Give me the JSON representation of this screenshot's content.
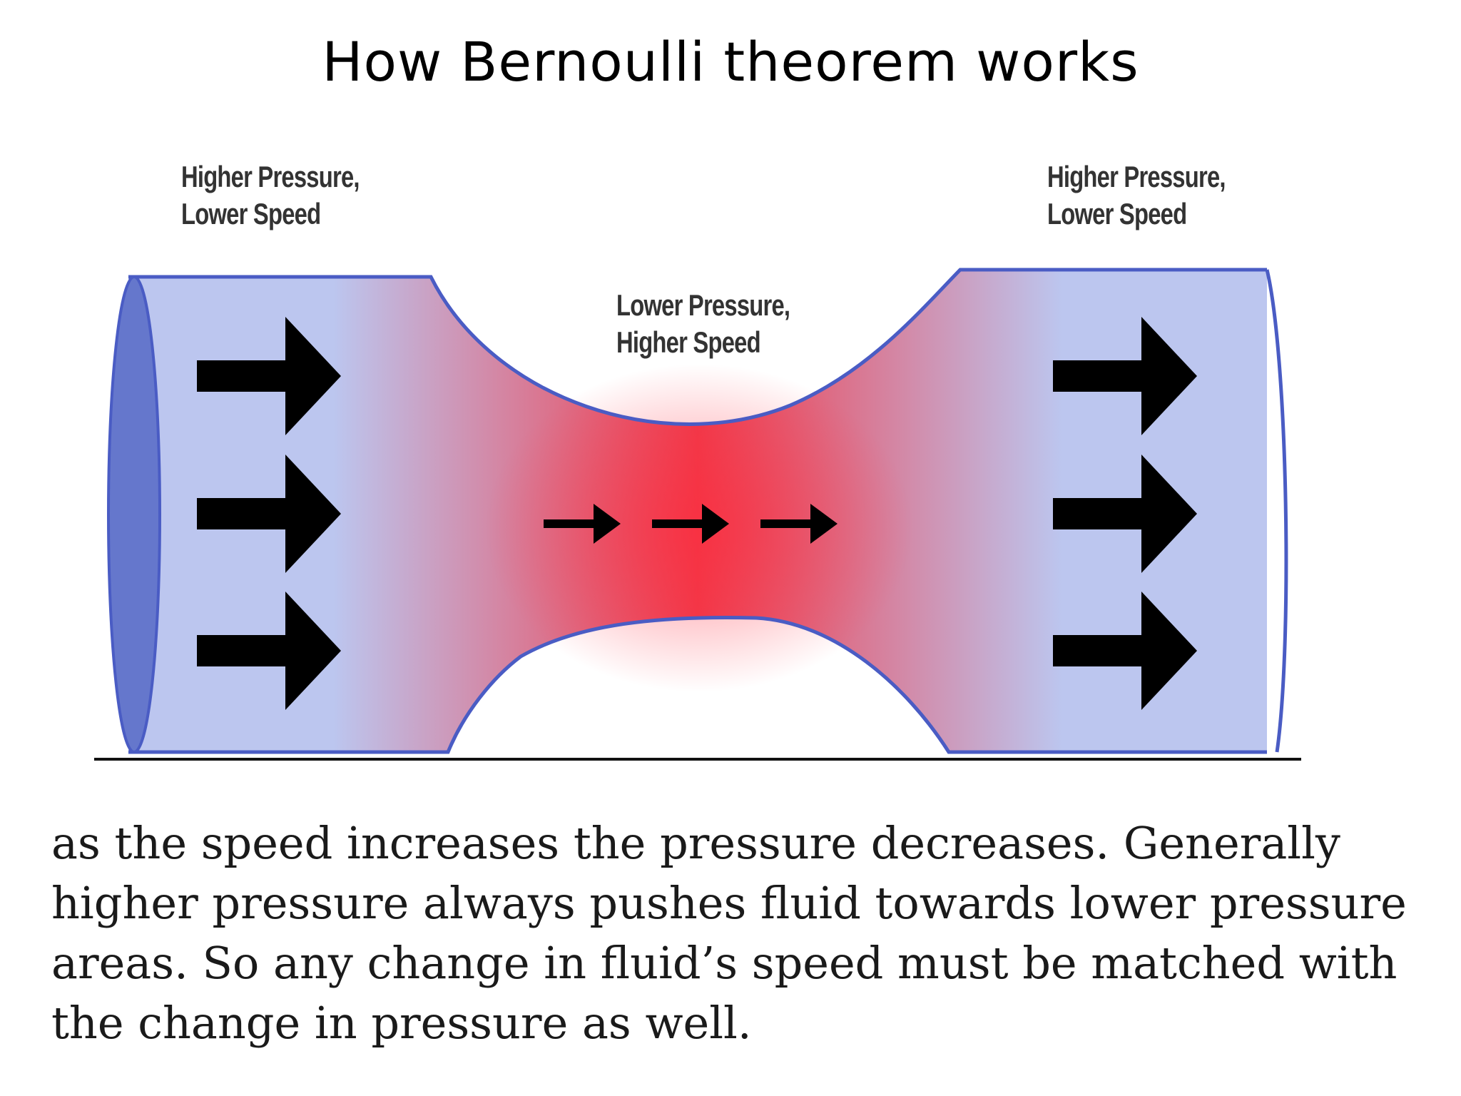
{
  "title": "How Bernoulli theorem works",
  "labels": {
    "left": [
      "Higher Pressure,",
      "Lower Speed"
    ],
    "middle": [
      "Lower Pressure,",
      "Higher Speed"
    ],
    "right": [
      "Higher Pressure,",
      "Lower Speed"
    ]
  },
  "paragraph": "as the speed increases the pressure decreases. Generally higher pressure always pushes fluid towards lower pressure areas. So any change in fluid’s speed must be matched with the change in pressure as well.",
  "colors": {
    "low_pressure_fluid": "#bcc6ef",
    "high_speed_fluid": "#f03a4a",
    "pipe_outline": "#4a5cc4",
    "pipe_end": "#6577cc",
    "arrow": "#000000"
  }
}
